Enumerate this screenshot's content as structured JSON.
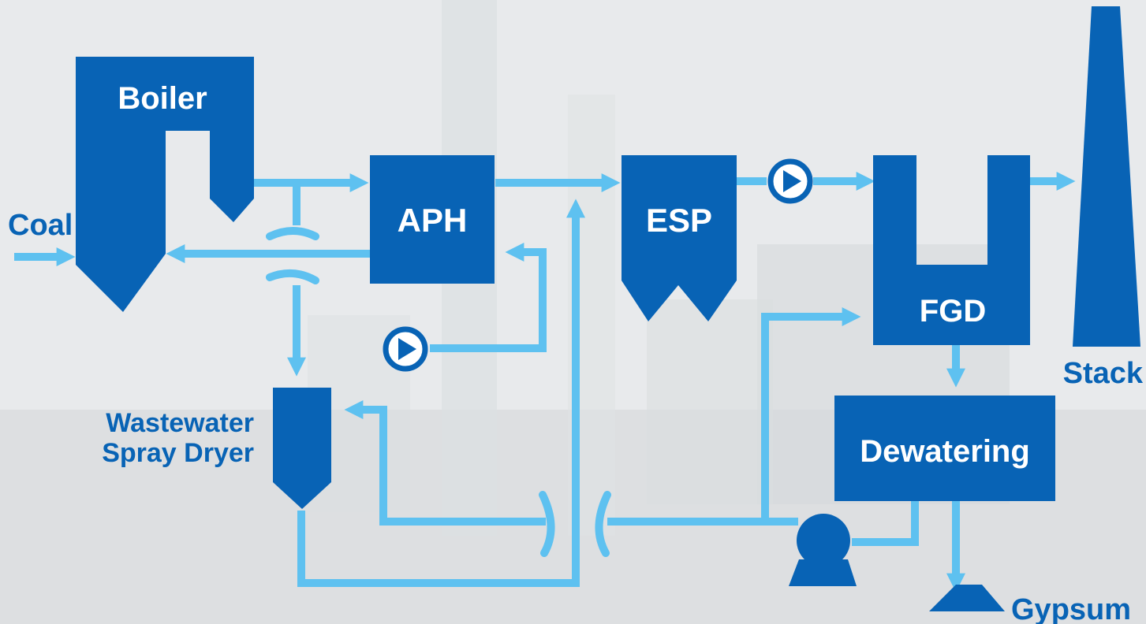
{
  "colors": {
    "equipment": "#0863b5",
    "flow": "#5ec1f0",
    "label_white": "#ffffff",
    "label_blue": "#0863b5",
    "background": "#e6e8ea"
  },
  "labels": {
    "coal": "Coal",
    "boiler": "Boiler",
    "aph": "APH",
    "esp": "ESP",
    "fgd": "FGD",
    "stack": "Stack",
    "dewatering": "Dewatering",
    "gypsum": "Gypsum",
    "spray_dryer_line1": "Wastewater",
    "spray_dryer_line2": "Spray Dryer"
  },
  "icons": {
    "fan_1": "fan-icon",
    "fan_2": "fan-icon",
    "pump": "pump-icon",
    "gypsum_pile": "gypsum-pile-icon",
    "stack": "stack-icon"
  }
}
